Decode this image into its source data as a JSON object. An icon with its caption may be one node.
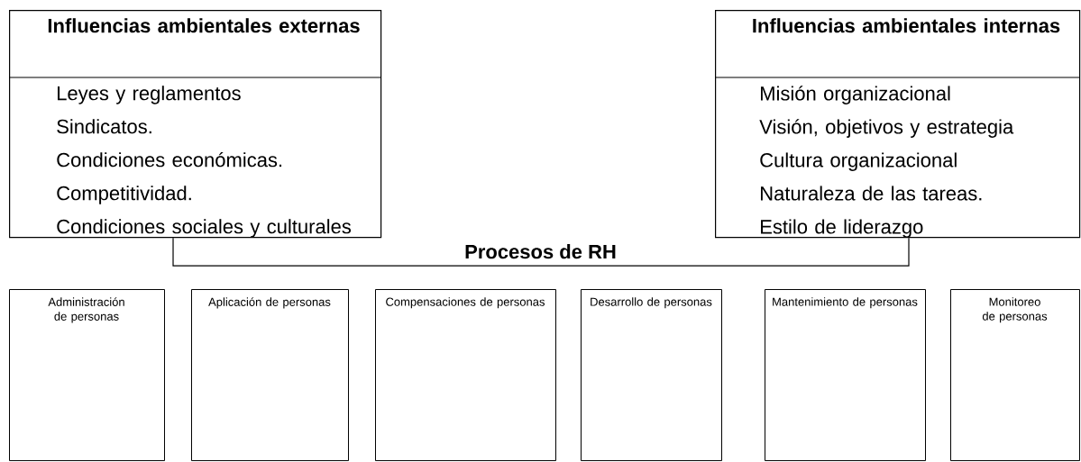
{
  "diagram": {
    "nodes": [
      {
        "text": [
          "Influencias ambientales externas",
          "Leyes y reglamentos",
          "Sindicatos.",
          "Condiciones económicas.",
          "Competitividad.",
          "Condiciones sociales y culturales"
        ]
      },
      {
        "text": [
          "Influencias ambientales internas",
          "Misión organizacional",
          "Visión, objetivos y estrategia",
          "Cultura organizacional",
          "Naturaleza de las tareas.",
          "Estilo de liderazgo"
        ]
      },
      {
        "text": [
          "Administración de personas"
        ]
      },
      {
        "text": [
          "Aplicación de personas"
        ]
      },
      {
        "text": [
          "Compensaciones de personas"
        ]
      },
      {
        "text": [
          "Desarrollo de personas"
        ]
      },
      {
        "text": [
          "Mantenimiento de personas"
        ]
      },
      {
        "text": [
          "Monitoreo de personas"
        ]
      }
    ],
    "edges": [
      {
        "from": 0,
        "to": 1,
        "arrow": "none",
        "label": "Procesos de RH"
      }
    ]
  }
}
